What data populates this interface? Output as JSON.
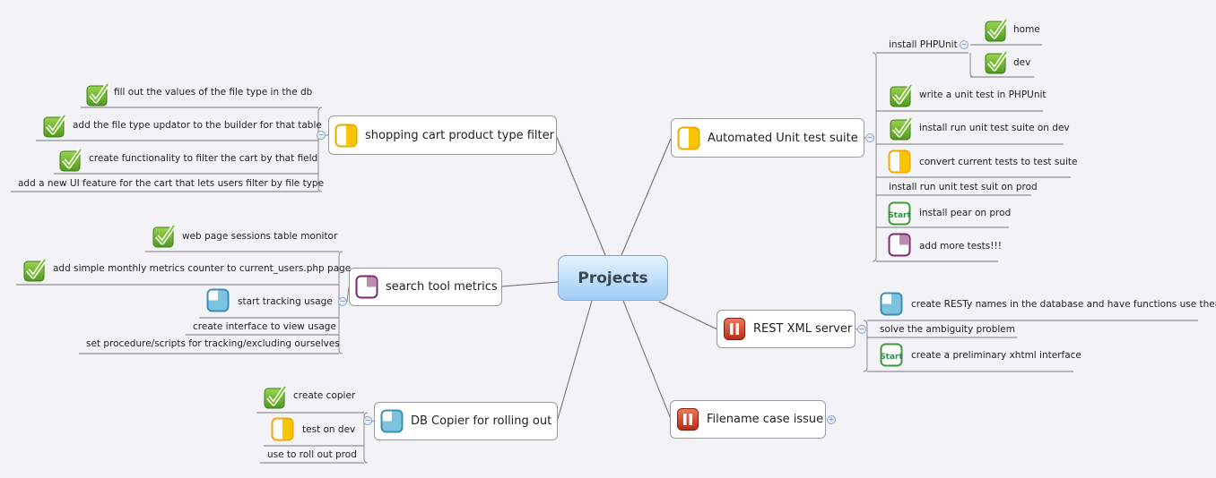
{
  "central": "Projects",
  "start_icon_label": "Start",
  "colors": {
    "background": "#f3f3f7",
    "central_fill": "#b7dcf8",
    "check": "#6ab42e",
    "half": "#f7c200",
    "quarter": "#8e3a7e",
    "three_quarter": "#4aa7cf",
    "start": "#3f9a3a",
    "pause": "#c8321c"
  },
  "topics": [
    {
      "label": "shopping cart product type filter",
      "icon": "half-progress",
      "collapsed": false,
      "children": [
        {
          "label": "fill out the values of the file type in the db",
          "icon": "check"
        },
        {
          "label": "add the file type updator to the builder for that table",
          "icon": "check"
        },
        {
          "label": "create functionality to filter the cart by that field",
          "icon": "check"
        },
        {
          "label": "add a new UI feature for the cart that lets users filter by file type",
          "icon": null
        }
      ]
    },
    {
      "label": "search tool metrics",
      "icon": "quarter-progress",
      "collapsed": false,
      "children": [
        {
          "label": "web page sessions table monitor",
          "icon": "check"
        },
        {
          "label": "add simple monthly metrics counter to current_users.php page",
          "icon": "check"
        },
        {
          "label": "start tracking usage",
          "icon": "three-quarter-progress"
        },
        {
          "label": "create interface to view usage",
          "icon": null
        },
        {
          "label": "set procedure/scripts for tracking/excluding ourselves",
          "icon": null
        }
      ]
    },
    {
      "label": "DB Copier for rolling out",
      "icon": "three-quarter-progress",
      "collapsed": false,
      "children": [
        {
          "label": "create copier",
          "icon": "check"
        },
        {
          "label": "test on dev",
          "icon": "half-progress"
        },
        {
          "label": "use to roll out prod",
          "icon": null
        }
      ]
    },
    {
      "label": "Automated Unit test suite",
      "icon": "half-progress",
      "collapsed": false,
      "children": [
        {
          "label": "install PHPUnit",
          "icon": null,
          "children": [
            {
              "label": "home",
              "icon": "check"
            },
            {
              "label": "dev",
              "icon": "check"
            }
          ]
        },
        {
          "label": "write a unit test in PHPUnit",
          "icon": "check"
        },
        {
          "label": "install run unit test suite on dev",
          "icon": "check"
        },
        {
          "label": "convert current tests to test suite",
          "icon": "half-progress"
        },
        {
          "label": "install run unit test suit on prod",
          "icon": null
        },
        {
          "label": "install pear on prod",
          "icon": "start"
        },
        {
          "label": "add more tests!!!",
          "icon": "quarter-progress"
        }
      ]
    },
    {
      "label": "REST XML server",
      "icon": "pause",
      "collapsed": false,
      "children": [
        {
          "label": "create RESTy names in the database and have functions use them",
          "icon": "three-quarter-progress"
        },
        {
          "label": "solve the ambiguity problem",
          "icon": null
        },
        {
          "label": "create a preliminary xhtml interface",
          "icon": "start"
        }
      ]
    },
    {
      "label": "Filename case issue",
      "icon": "pause",
      "collapsed": true,
      "children": []
    }
  ]
}
